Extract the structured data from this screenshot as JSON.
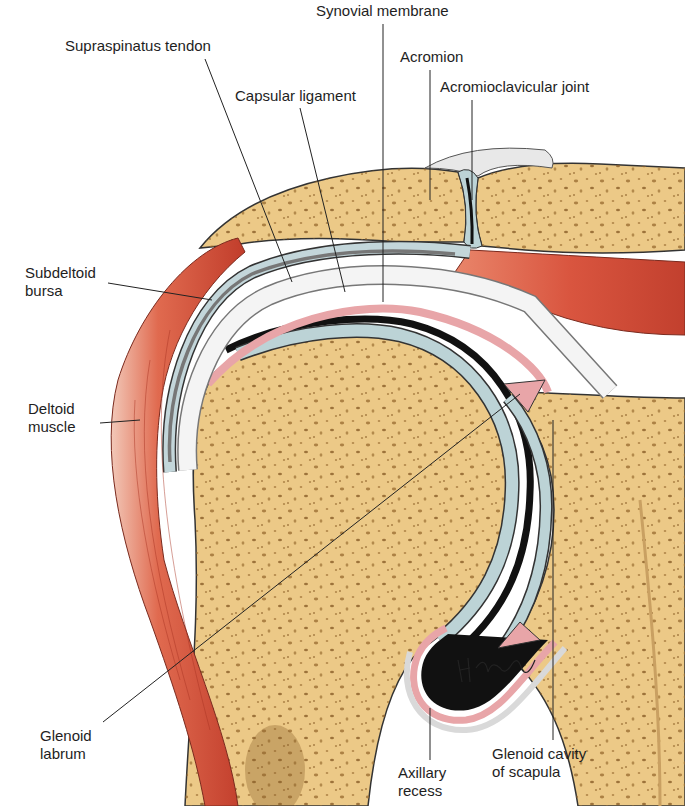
{
  "diagram": {
    "labels": [
      "Synovial membrane",
      "Supraspinatus tendon",
      "Acromion",
      "Acromioclavicular joint",
      "Capsular ligament",
      "Subdeltoid bursa",
      "Deltoid muscle",
      "Glenoid labrum",
      "Glenoid cavity of scapula",
      "Axillary recess"
    ]
  }
}
